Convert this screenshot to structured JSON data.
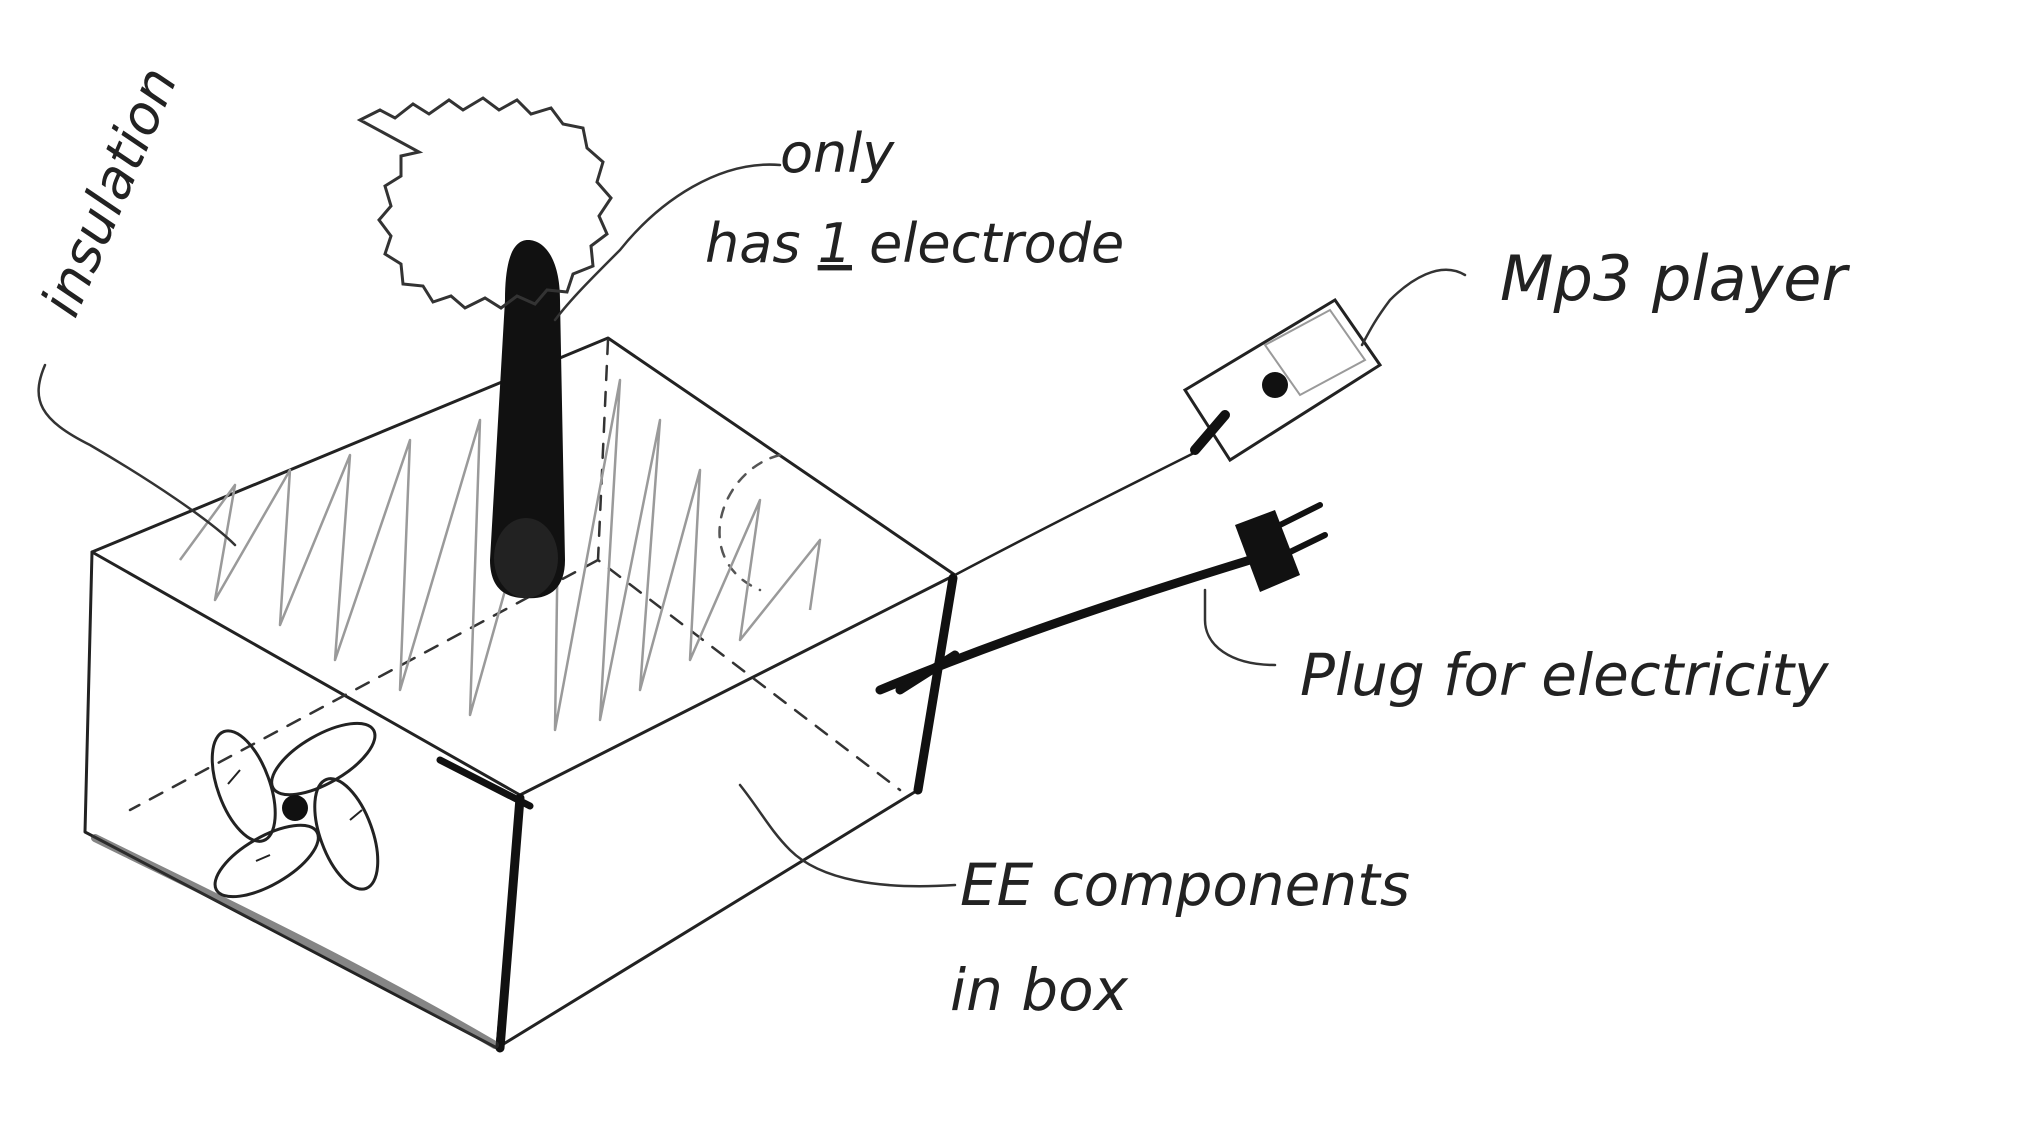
{
  "labels": {
    "insulation": "insulation",
    "electrode_line1": "only",
    "electrode_line2_prefix": "has ",
    "electrode_number": "1",
    "electrode_line2_suffix": " electrode",
    "mp3": "Mp3 player",
    "plug": "Plug for electricity",
    "ee_line1": "EE components",
    "ee_line2": "in box"
  },
  "colors": {
    "ink": "#111111",
    "pencil": "#9a9a9a",
    "paper": "#ffffff"
  }
}
